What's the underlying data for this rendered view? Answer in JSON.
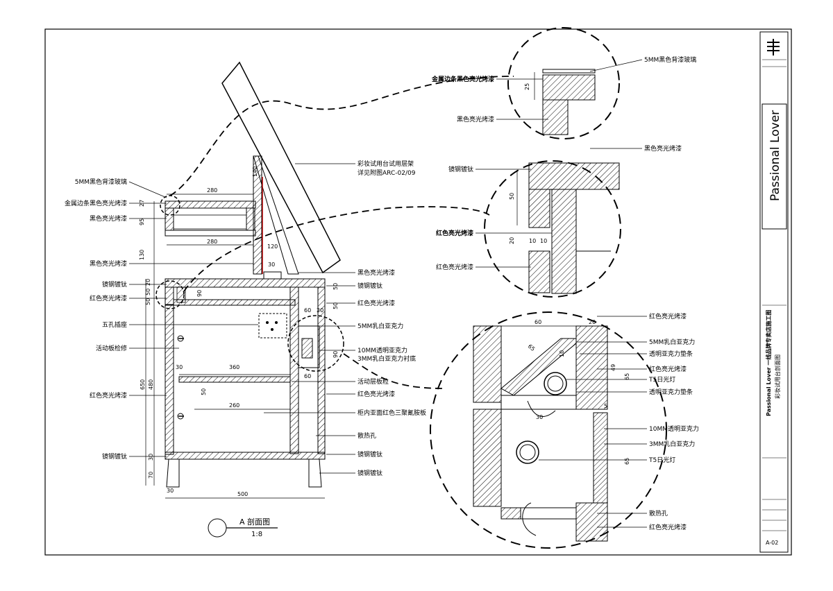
{
  "drawing": {
    "section_title": "A 剖面图",
    "section_scale": "1:8",
    "callouts_left": [
      "5MM黑色背漆玻璃",
      "金属边条黑色亮光烤漆",
      "黑色亮光烤漆",
      "黑色亮光烤漆",
      "镜钢镀钛",
      "红色亮光烤漆",
      "五孔插座",
      "活动板检修",
      "红色亮光烤漆",
      "镜钢镀钛"
    ],
    "callouts_mid": [
      "彩妆试用台试用层架",
      "详见附图ARC-02/09",
      "黑色亮光烤漆",
      "镜钢镀钛",
      "红色亮光烤漆",
      "5MM乳白亚克力",
      "10MM透明亚克力",
      "3MM乳白亚克力衬底",
      "活动层板粒",
      "红色亮光烤漆",
      "柜内亚面红色三聚氰胺板",
      "散热孔",
      "镜钢镀钛",
      "镜钢镀钛"
    ],
    "dims_main": [
      "280",
      "140",
      "280",
      "120",
      "30",
      "130",
      "95",
      "27",
      "50",
      "90",
      "60",
      "20",
      "90",
      "50",
      "60",
      "20",
      "30",
      "360",
      "50",
      "260",
      "480",
      "650",
      "30",
      "70",
      "500",
      "30",
      "50",
      "50"
    ],
    "detail1": {
      "labels": [
        "5MM黑色背漆玻璃",
        "金属边条黑色亮光烤漆",
        "黑色亮光烤漆"
      ],
      "dims": [
        "25"
      ]
    },
    "detail2": {
      "labels": [
        "黑色亮光烤漆",
        "镜钢镀钛",
        "红色亮光烤漆",
        "红色亮光烤漆"
      ],
      "dims": [
        "50",
        "20",
        "10",
        "10"
      ]
    },
    "detail3": {
      "labels": [
        "红色亮光烤漆",
        "5MM乳白亚克力",
        "透明亚克力垫条",
        "红色亮光烤漆",
        "T5日光灯",
        "透明亚克力垫条",
        "10MM透明亚克力",
        "3MM乳白亚克力",
        "T5日光灯",
        "散热孔",
        "红色亮光烤漆"
      ],
      "dims": [
        "60",
        "20",
        "65",
        "10",
        "49",
        "65",
        "30",
        "5",
        "65"
      ]
    }
  },
  "title_block": {
    "brand": "Passional Lover",
    "project": "Passional Lover 一线品牌专卖店施工图",
    "sheet_name": "彩妆试用台剖面图",
    "sheet_no": "A-02"
  }
}
